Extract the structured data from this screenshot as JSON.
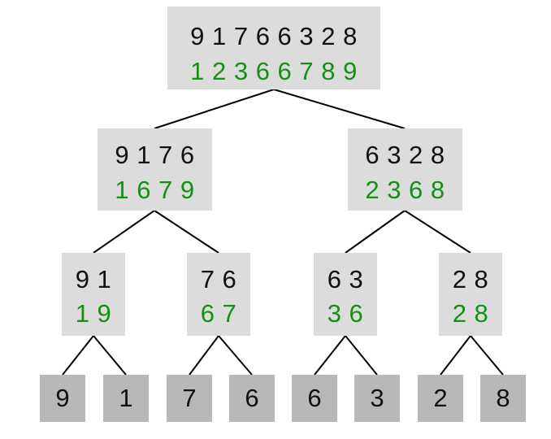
{
  "root": {
    "input": "9 1 7 6 6 3 2 8",
    "output": "1 2 3 6 6 7 8 9"
  },
  "level1": [
    {
      "input": "9 1 7 6",
      "output": "1 6 7 9"
    },
    {
      "input": "6 3 2 8",
      "output": "2 3 6 8"
    }
  ],
  "level2": [
    {
      "input": "9 1",
      "output": "1 9"
    },
    {
      "input": "7 6",
      "output": "6 7"
    },
    {
      "input": "6 3",
      "output": "3 6"
    },
    {
      "input": "2 8",
      "output": "2 8"
    }
  ],
  "leaves": [
    "9",
    "1",
    "7",
    "6",
    "6",
    "3",
    "2",
    "8"
  ],
  "colors": {
    "node_fill": "#dcdcdc",
    "leaf_fill": "#b8b8b8",
    "input_text": "#111111",
    "output_text": "#129112",
    "edge": "#000000"
  }
}
